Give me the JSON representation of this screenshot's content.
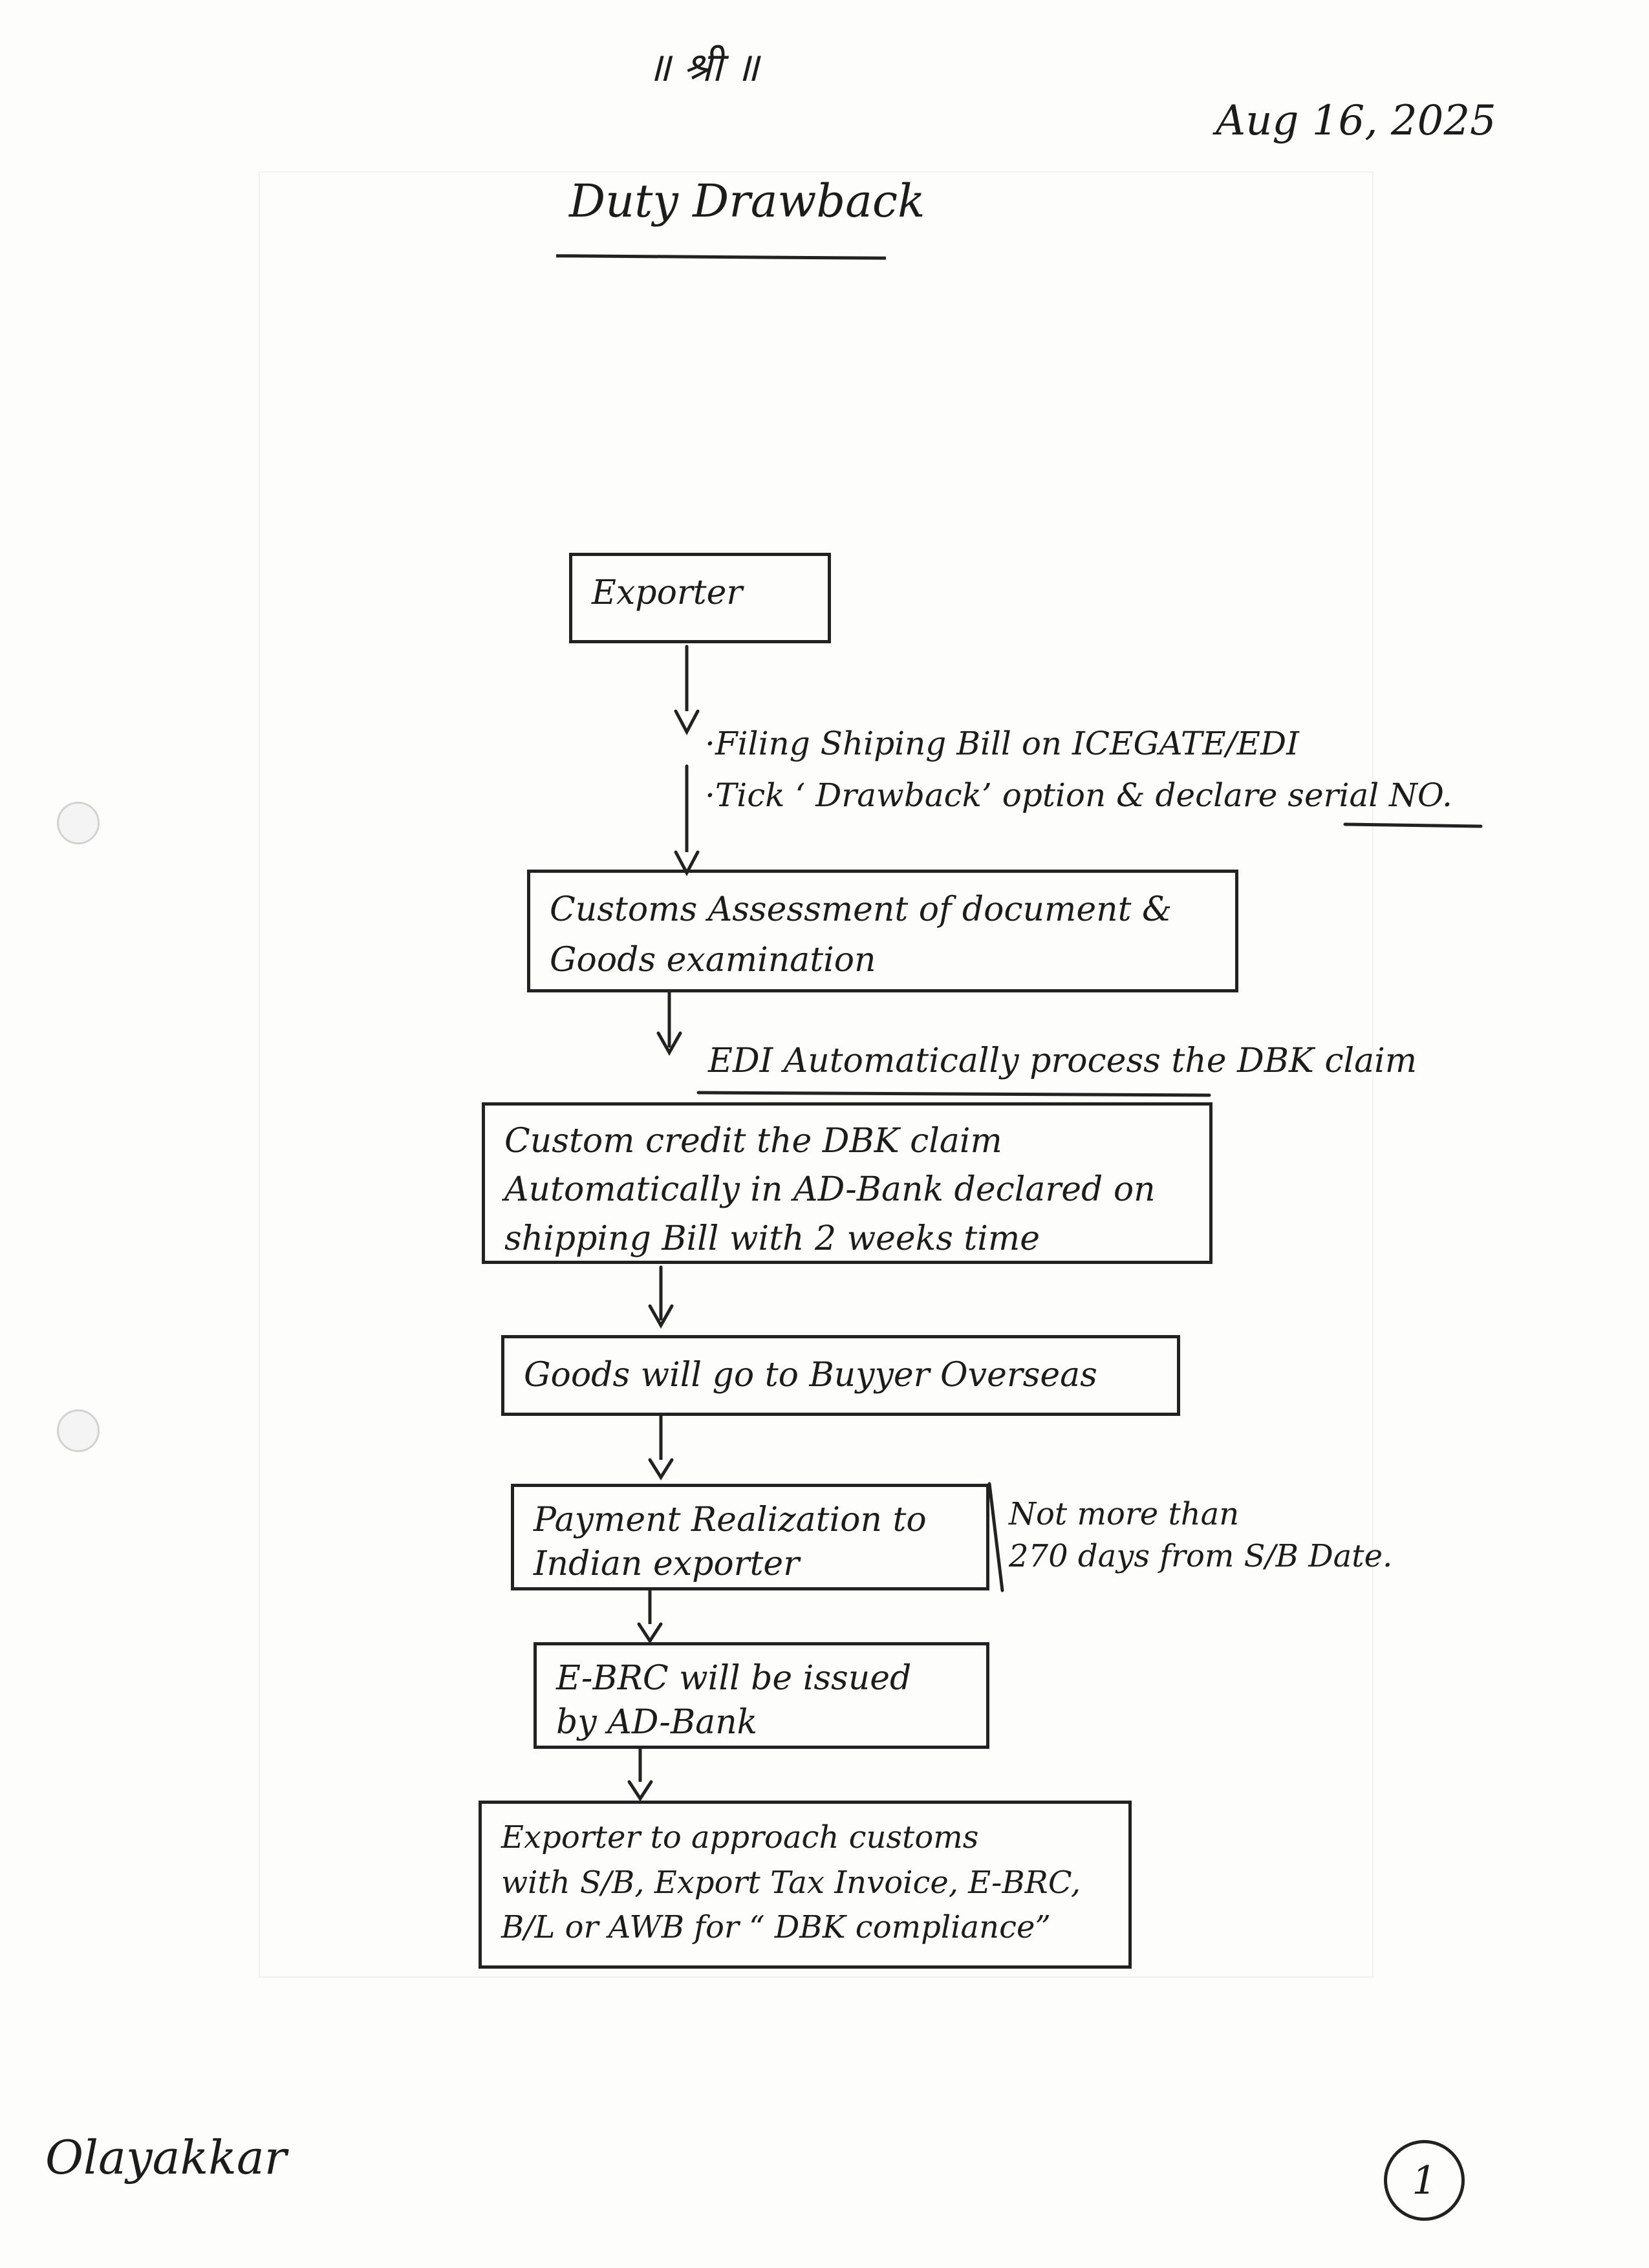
{
  "header": {
    "mark": "॥ श्री ॥",
    "date": "Aug 16, 2025",
    "title": "Duty Drawback"
  },
  "flow": {
    "step1": "Exporter",
    "note1_line1": "·Filing Shiping Bill on ICEGATE/EDI",
    "note1_line2_a": "·Tick ‘ Drawback’ option & declare ",
    "note1_line2_b": "serial NO.",
    "step2_line1": "Customs Assessment of document &",
    "step2_line2": "Goods examination",
    "note2": "EDI Automatically process the DBK claim",
    "step3_line1": "Custom credit the DBK claim",
    "step3_line2": "Automatically in AD-Bank declared on",
    "step3_line3": "shipping Bill with 2 weeks time",
    "step4": "Goods will go to Buyyer Overseas",
    "step5_line1": "Payment Realization to",
    "step5_line2": "Indian exporter",
    "side_note_line1": "Not more than",
    "side_note_line2": "270 days from S/B Date.",
    "step6_line1": "E-BRC will be issued",
    "step6_line2": "by AD-Bank",
    "step7_line1": "Exporter to approach customs",
    "step7_line2": "with S/B, Export Tax Invoice, E-BRC,",
    "step7_line3": "B/L or AWB for “ DBK compliance”"
  },
  "footer": {
    "signature": "Olayakkar",
    "page_number": "1"
  }
}
